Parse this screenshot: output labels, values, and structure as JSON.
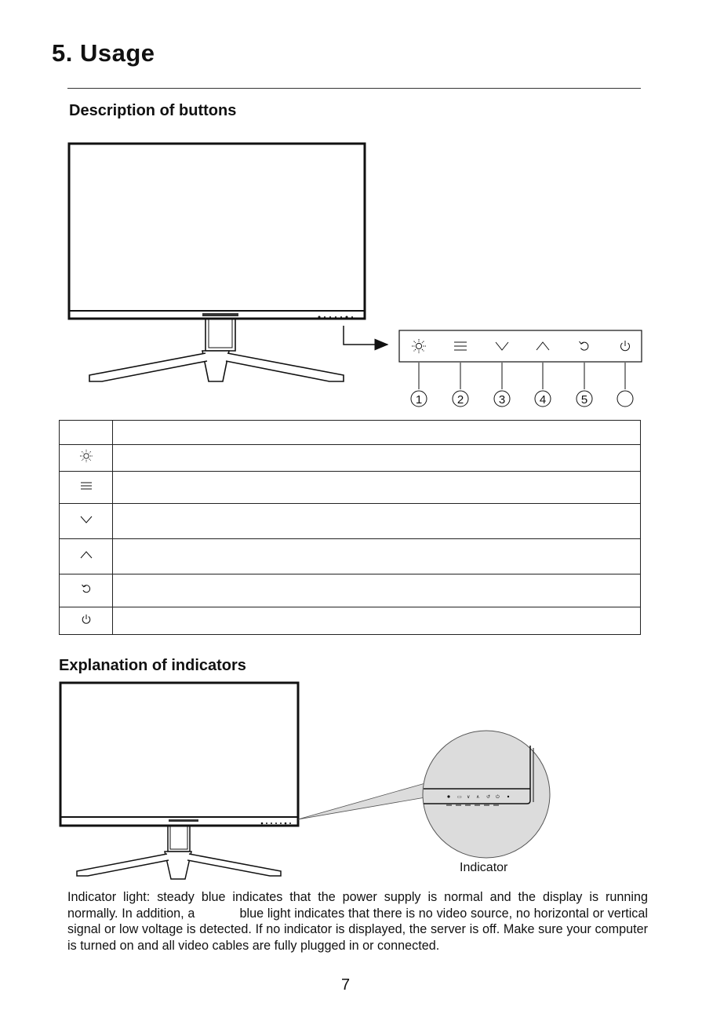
{
  "page": {
    "title": "5. Usage",
    "number": "7"
  },
  "buttons_section": {
    "heading": "Description of buttons",
    "callout_numbers": [
      "1",
      "2",
      "3",
      "4",
      "5",
      ""
    ],
    "button_icons": [
      "brightness-icon",
      "menu-icon",
      "chevron-down-icon",
      "chevron-up-icon",
      "back-icon",
      "power-icon"
    ],
    "table": {
      "header": [
        "",
        ""
      ],
      "rows": [
        {
          "icon": "brightness-icon",
          "description": ""
        },
        {
          "icon": "menu-icon",
          "description": ""
        },
        {
          "icon": "chevron-down-icon",
          "description": ""
        },
        {
          "icon": "chevron-up-icon",
          "description": ""
        },
        {
          "icon": "back-icon",
          "description": ""
        },
        {
          "icon": "power-icon",
          "description": ""
        }
      ]
    }
  },
  "indicators_section": {
    "heading": "Explanation of indicators",
    "indicator_label": "Indicator",
    "description": "Indicator light: steady blue indicates that the power supply is normal and the display is running normally. In addition, a            blue light indicates that there is no video source, no horizontal or vertical signal or low voltage is detected. If no indicator is displayed, the server is off. Make sure your computer is turned on and all video cables are fully plugged in or connected."
  },
  "colors": {
    "ink": "#111111",
    "paper": "#ffffff",
    "callout_fill": "#dcdcdc"
  }
}
